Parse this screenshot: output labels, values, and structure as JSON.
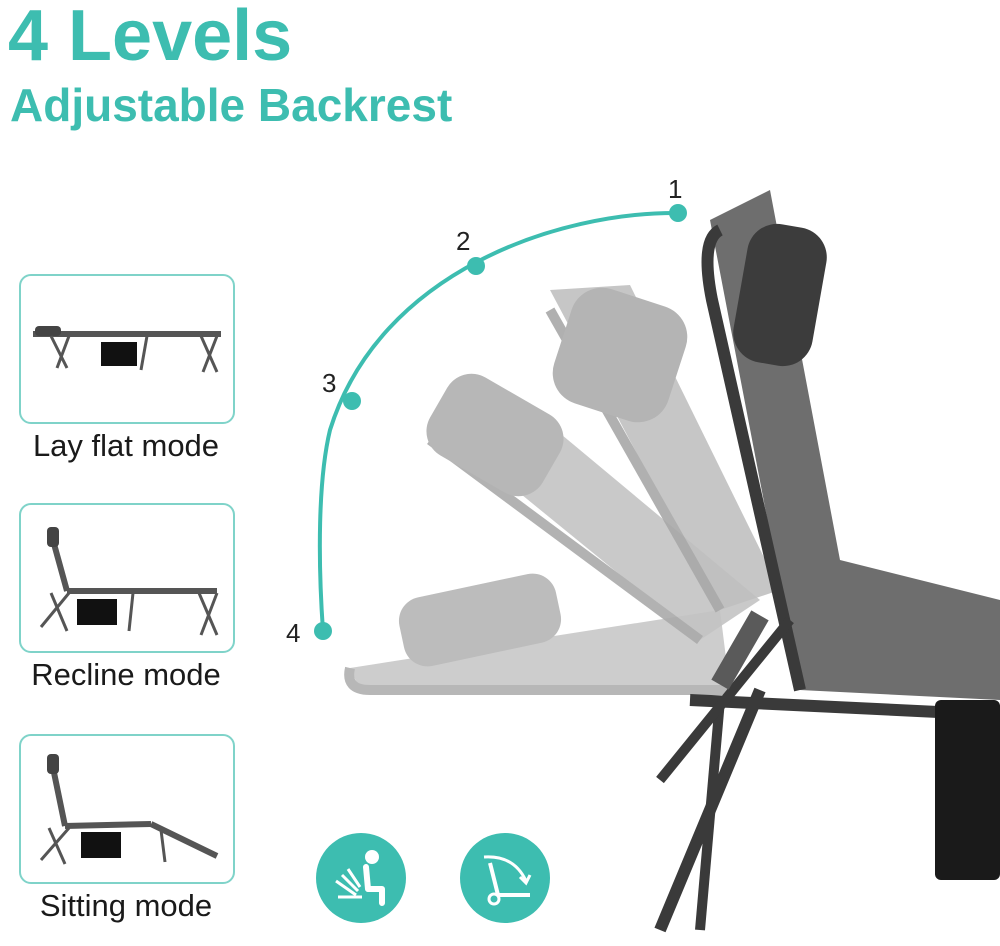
{
  "header": {
    "title": "4 Levels",
    "subtitle": "Adjustable Backrest"
  },
  "modes": [
    {
      "label": "Lay flat mode",
      "icon": "lay-flat-chair-icon"
    },
    {
      "label": "Recline mode",
      "icon": "recline-chair-icon"
    },
    {
      "label": "Sitting mode",
      "icon": "sitting-chair-icon"
    }
  ],
  "levels": [
    "1",
    "2",
    "3",
    "4"
  ],
  "features": [
    {
      "icon": "person-sitting-icon"
    },
    {
      "icon": "recline-angle-icon"
    }
  ],
  "colors": {
    "accent": "#3dbdb0",
    "card_border": "#7fd3c9",
    "frame": "#3a3a3a",
    "fabric": "#6e6e6e",
    "ghost": "#bdbdbd"
  }
}
